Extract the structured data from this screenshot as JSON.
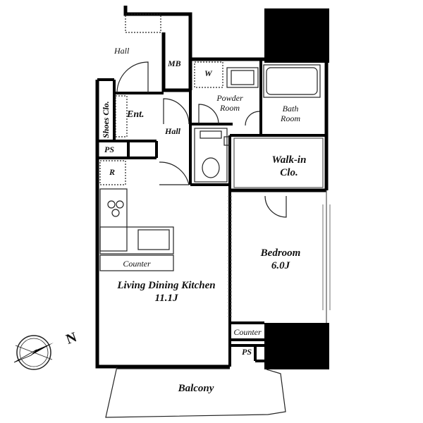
{
  "floor_plan": {
    "rooms": {
      "hall_top": "Hall",
      "mb": "MB",
      "w": "W",
      "powder_room_1": "Powder",
      "powder_room_2": "Room",
      "bath_room_1": "Bath",
      "bath_room_2": "Room",
      "shoes_closet": "Shoes Clo.",
      "entrance": "Ent.",
      "hall_mid": "Hall",
      "ps_left": "PS",
      "walk_in_1": "Walk-in",
      "walk_in_2": "Clo.",
      "refrigerator": "R",
      "counter_kitchen": "Counter",
      "ldk_name": "Living Dining Kitchen",
      "ldk_size": "11.1J",
      "bedroom_name": "Bedroom",
      "bedroom_size": "6.0J",
      "counter_bedroom": "Counter",
      "ps_bottom": "PS",
      "balcony": "Balcony"
    },
    "compass": {
      "north_letter": "N"
    },
    "colors": {
      "wall": "#000000",
      "line": "#222222",
      "paper": "#ffffff"
    }
  }
}
